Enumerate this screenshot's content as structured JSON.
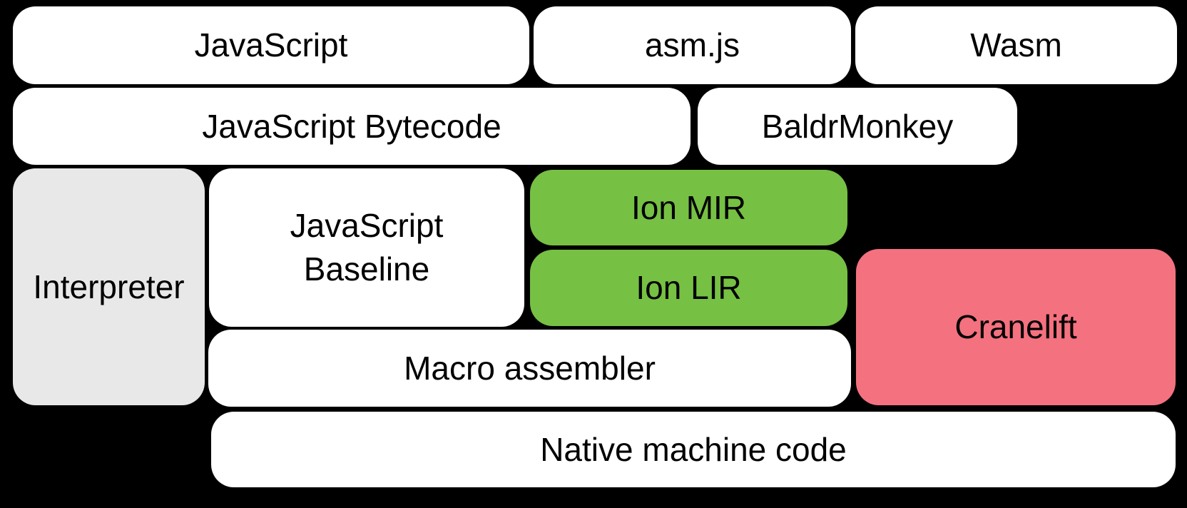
{
  "colors": {
    "background": "#000000",
    "box_white": "#ffffff",
    "box_gray": "#e8e8e8",
    "box_green": "#76c043",
    "box_pink": "#f4717f",
    "label_text": "#000000"
  },
  "nodes": {
    "javascript": {
      "label": "JavaScript"
    },
    "asmjs": {
      "label": "asm.js"
    },
    "wasm": {
      "label": "Wasm"
    },
    "bytecode": {
      "label": "JavaScript Bytecode"
    },
    "baldrmonkey": {
      "label": "BaldrMonkey"
    },
    "interpreter": {
      "label": "Interpreter"
    },
    "baseline": {
      "label": "JavaScript\nBaseline"
    },
    "ion_mir": {
      "label": "Ion MIR"
    },
    "ion_lir": {
      "label": "Ion LIR"
    },
    "cranelift": {
      "label": "Cranelift"
    },
    "macro_assembler": {
      "label": "Macro assembler"
    },
    "native": {
      "label": "Native machine code"
    }
  }
}
